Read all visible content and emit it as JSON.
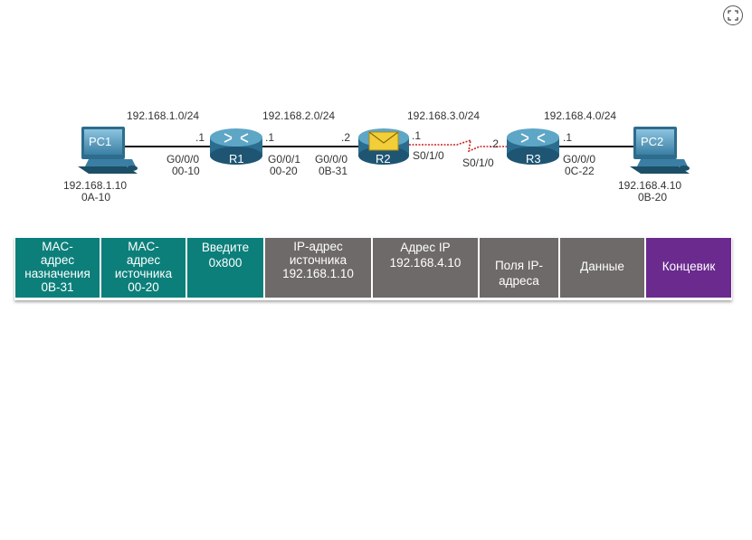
{
  "controls": {
    "fullscreen_icon": "fullscreen-icon"
  },
  "topology": {
    "networks": [
      "192.168.1.0/24",
      "192.168.2.0/24",
      "192.168.3.0/24",
      "192.168.4.0/24"
    ],
    "pc1": {
      "name": "PC1",
      "ip": "192.168.1.10",
      "mac": "0A-10"
    },
    "pc2": {
      "name": "PC2",
      "ip": "192.168.4.10",
      "mac": "0B-20"
    },
    "r1": {
      "name": "R1",
      "left_ip": ".1",
      "right_ip": ".1",
      "left_if": "G0/0/0",
      "left_mac": "00-10",
      "right_if": "G0/0/1",
      "right_mac": "00-20"
    },
    "r2": {
      "name": "R2",
      "left_ip": ".2",
      "right_ip": ".1",
      "left_if": "G0/0/0",
      "left_mac": "0B-31",
      "right_if": "S0/1/0"
    },
    "r3": {
      "name": "R3",
      "left_ip": ".2",
      "right_ip": ".1",
      "left_if": "S0/1/0",
      "right_if": "G0/0/0",
      "right_mac": "0C-22"
    },
    "link_color_serial": "#cc2222",
    "envelope_icon": "envelope-icon"
  },
  "frame": {
    "cells": [
      {
        "lines": [
          "MAC-",
          "адрес",
          "назначения",
          "0B-31"
        ]
      },
      {
        "lines": [
          "MAC-",
          "адрес",
          "источника",
          "00-20"
        ]
      },
      {
        "lines": [
          "Введите",
          "0x800"
        ]
      },
      {
        "lines": [
          "IP-адрес",
          "источника",
          "192.168.1.10"
        ]
      },
      {
        "lines": [
          "Адрес IP",
          "192.168.4.10"
        ]
      },
      {
        "lines": [
          "Поля IP-",
          "адреса"
        ]
      },
      {
        "lines": [
          "Данные"
        ]
      },
      {
        "lines": [
          "Концевик"
        ]
      }
    ],
    "colors": {
      "header": "#0c7f7a",
      "ip": "#6d6a69",
      "trailer": "#6a2a8e"
    }
  }
}
